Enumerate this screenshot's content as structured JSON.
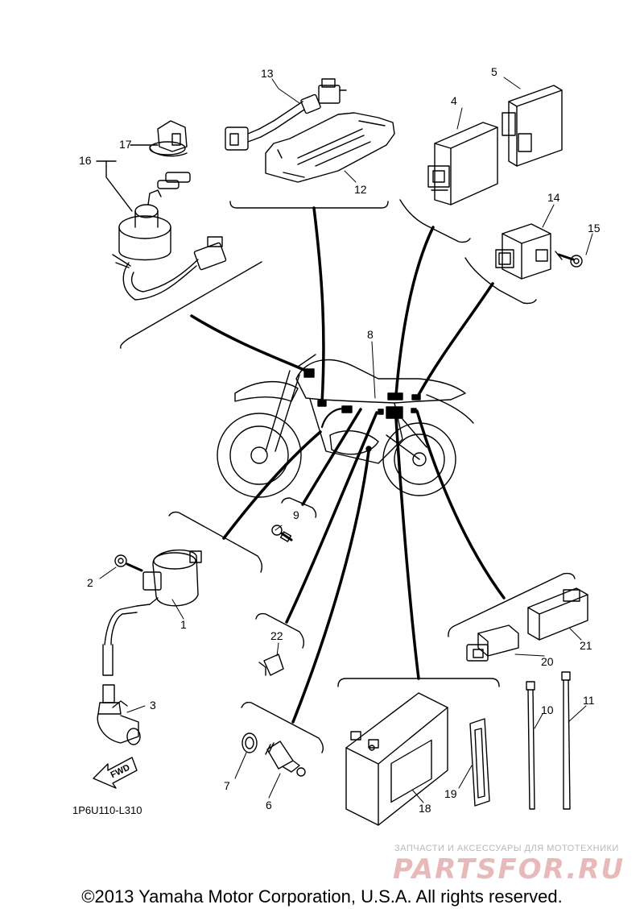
{
  "diagram": {
    "part_numbers": [
      "1",
      "2",
      "3",
      "4",
      "5",
      "6",
      "7",
      "8",
      "9",
      "10",
      "11",
      "12",
      "13",
      "14",
      "15",
      "16",
      "17",
      "18",
      "19",
      "20",
      "21",
      "22"
    ],
    "drawing_code": "1P6U110-L310",
    "fwd_label": "FWD"
  },
  "watermark": {
    "tagline": "ЗАПЧАСТИ И АКСЕССУАРЫ ДЛЯ МОТОТЕХНИКИ",
    "logo": "PARTSFOR.RU"
  },
  "footer": {
    "copyright": "©2013 Yamaha Motor Corporation, U.S.A. All rights reserved."
  }
}
